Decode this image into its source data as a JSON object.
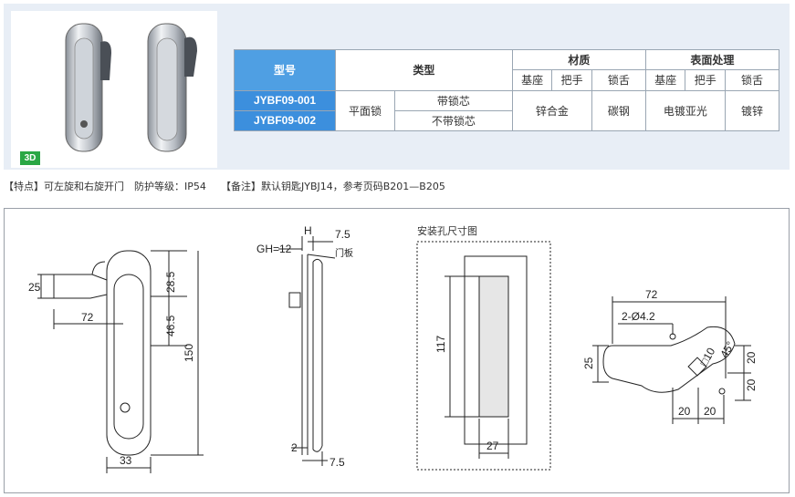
{
  "badge": "3D",
  "table": {
    "headers": {
      "model": "型号",
      "type": "类型",
      "material": "材质",
      "surface": "表面处理"
    },
    "subheaders": {
      "base": "基座",
      "handle": "把手",
      "tongue": "锁舌"
    },
    "models": [
      "JYBF09-001",
      "JYBF09-002"
    ],
    "type_value": "平面锁",
    "lock_core": [
      "带锁芯",
      "不带锁芯"
    ],
    "material_base_handle": "锌合金",
    "material_tongue": "碳钢",
    "surface_base_handle": "电镀亚光",
    "surface_tongue": "镀锌"
  },
  "notes": {
    "feature": "【特点】可左旋和右旋开门　防护等级：IP54",
    "remark": "【备注】默认钥匙JYBJ14，参考页码B201—B205"
  },
  "drawing": {
    "front": {
      "d25": "25",
      "d72": "72",
      "d28_5": "28.5",
      "d46_5": "46.5",
      "d150": "150",
      "d33": "33"
    },
    "side": {
      "h": "H",
      "d7_5_top": "7.5",
      "gh": "GH=12",
      "door": "门板",
      "d2": "2",
      "d7_5_bottom": "7.5"
    },
    "cutout": {
      "title": "安装孔尺寸图",
      "d117": "117",
      "d27": "27"
    },
    "tongue": {
      "d72": "72",
      "hole": "2-Ø4.2",
      "sq": "□10",
      "angle": "45°",
      "d25": "25",
      "d20a": "20",
      "d20b": "20",
      "d20c": "20",
      "d20d": "20"
    }
  }
}
